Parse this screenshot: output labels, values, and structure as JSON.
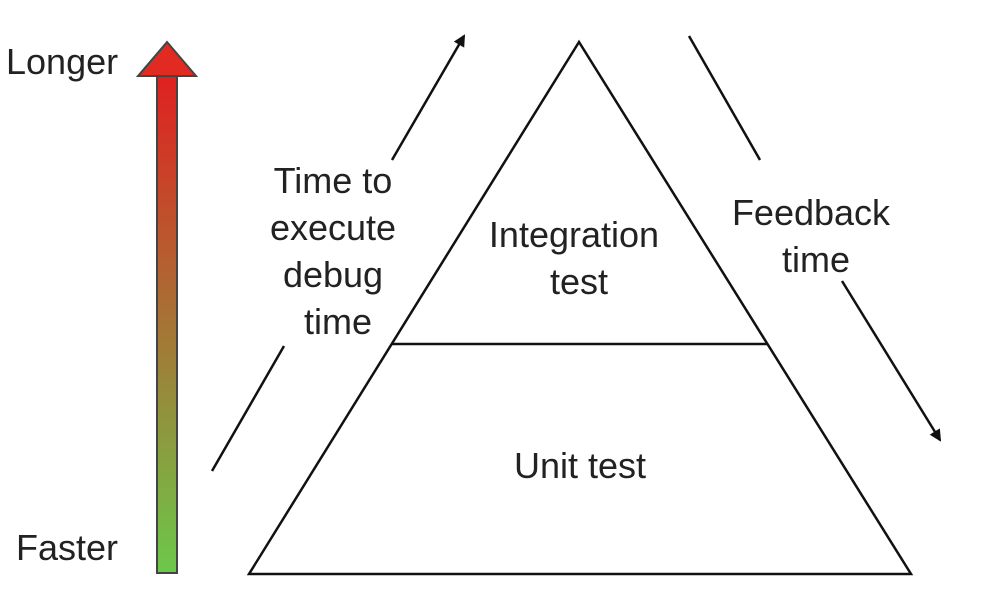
{
  "scale_labels": {
    "top": "Longer",
    "bottom": "Faster"
  },
  "left_arrow_label": [
    "Time to",
    "execute",
    "debug",
    "time"
  ],
  "right_arrow_label": [
    "Feedback",
    "time"
  ],
  "pyramid": {
    "top_layer": [
      "Integration",
      "test"
    ],
    "bottom_layer": "Unit test"
  },
  "colors": {
    "gradient_top": "#e02020",
    "gradient_bottom": "#6cc84a",
    "stroke": "#222222"
  }
}
